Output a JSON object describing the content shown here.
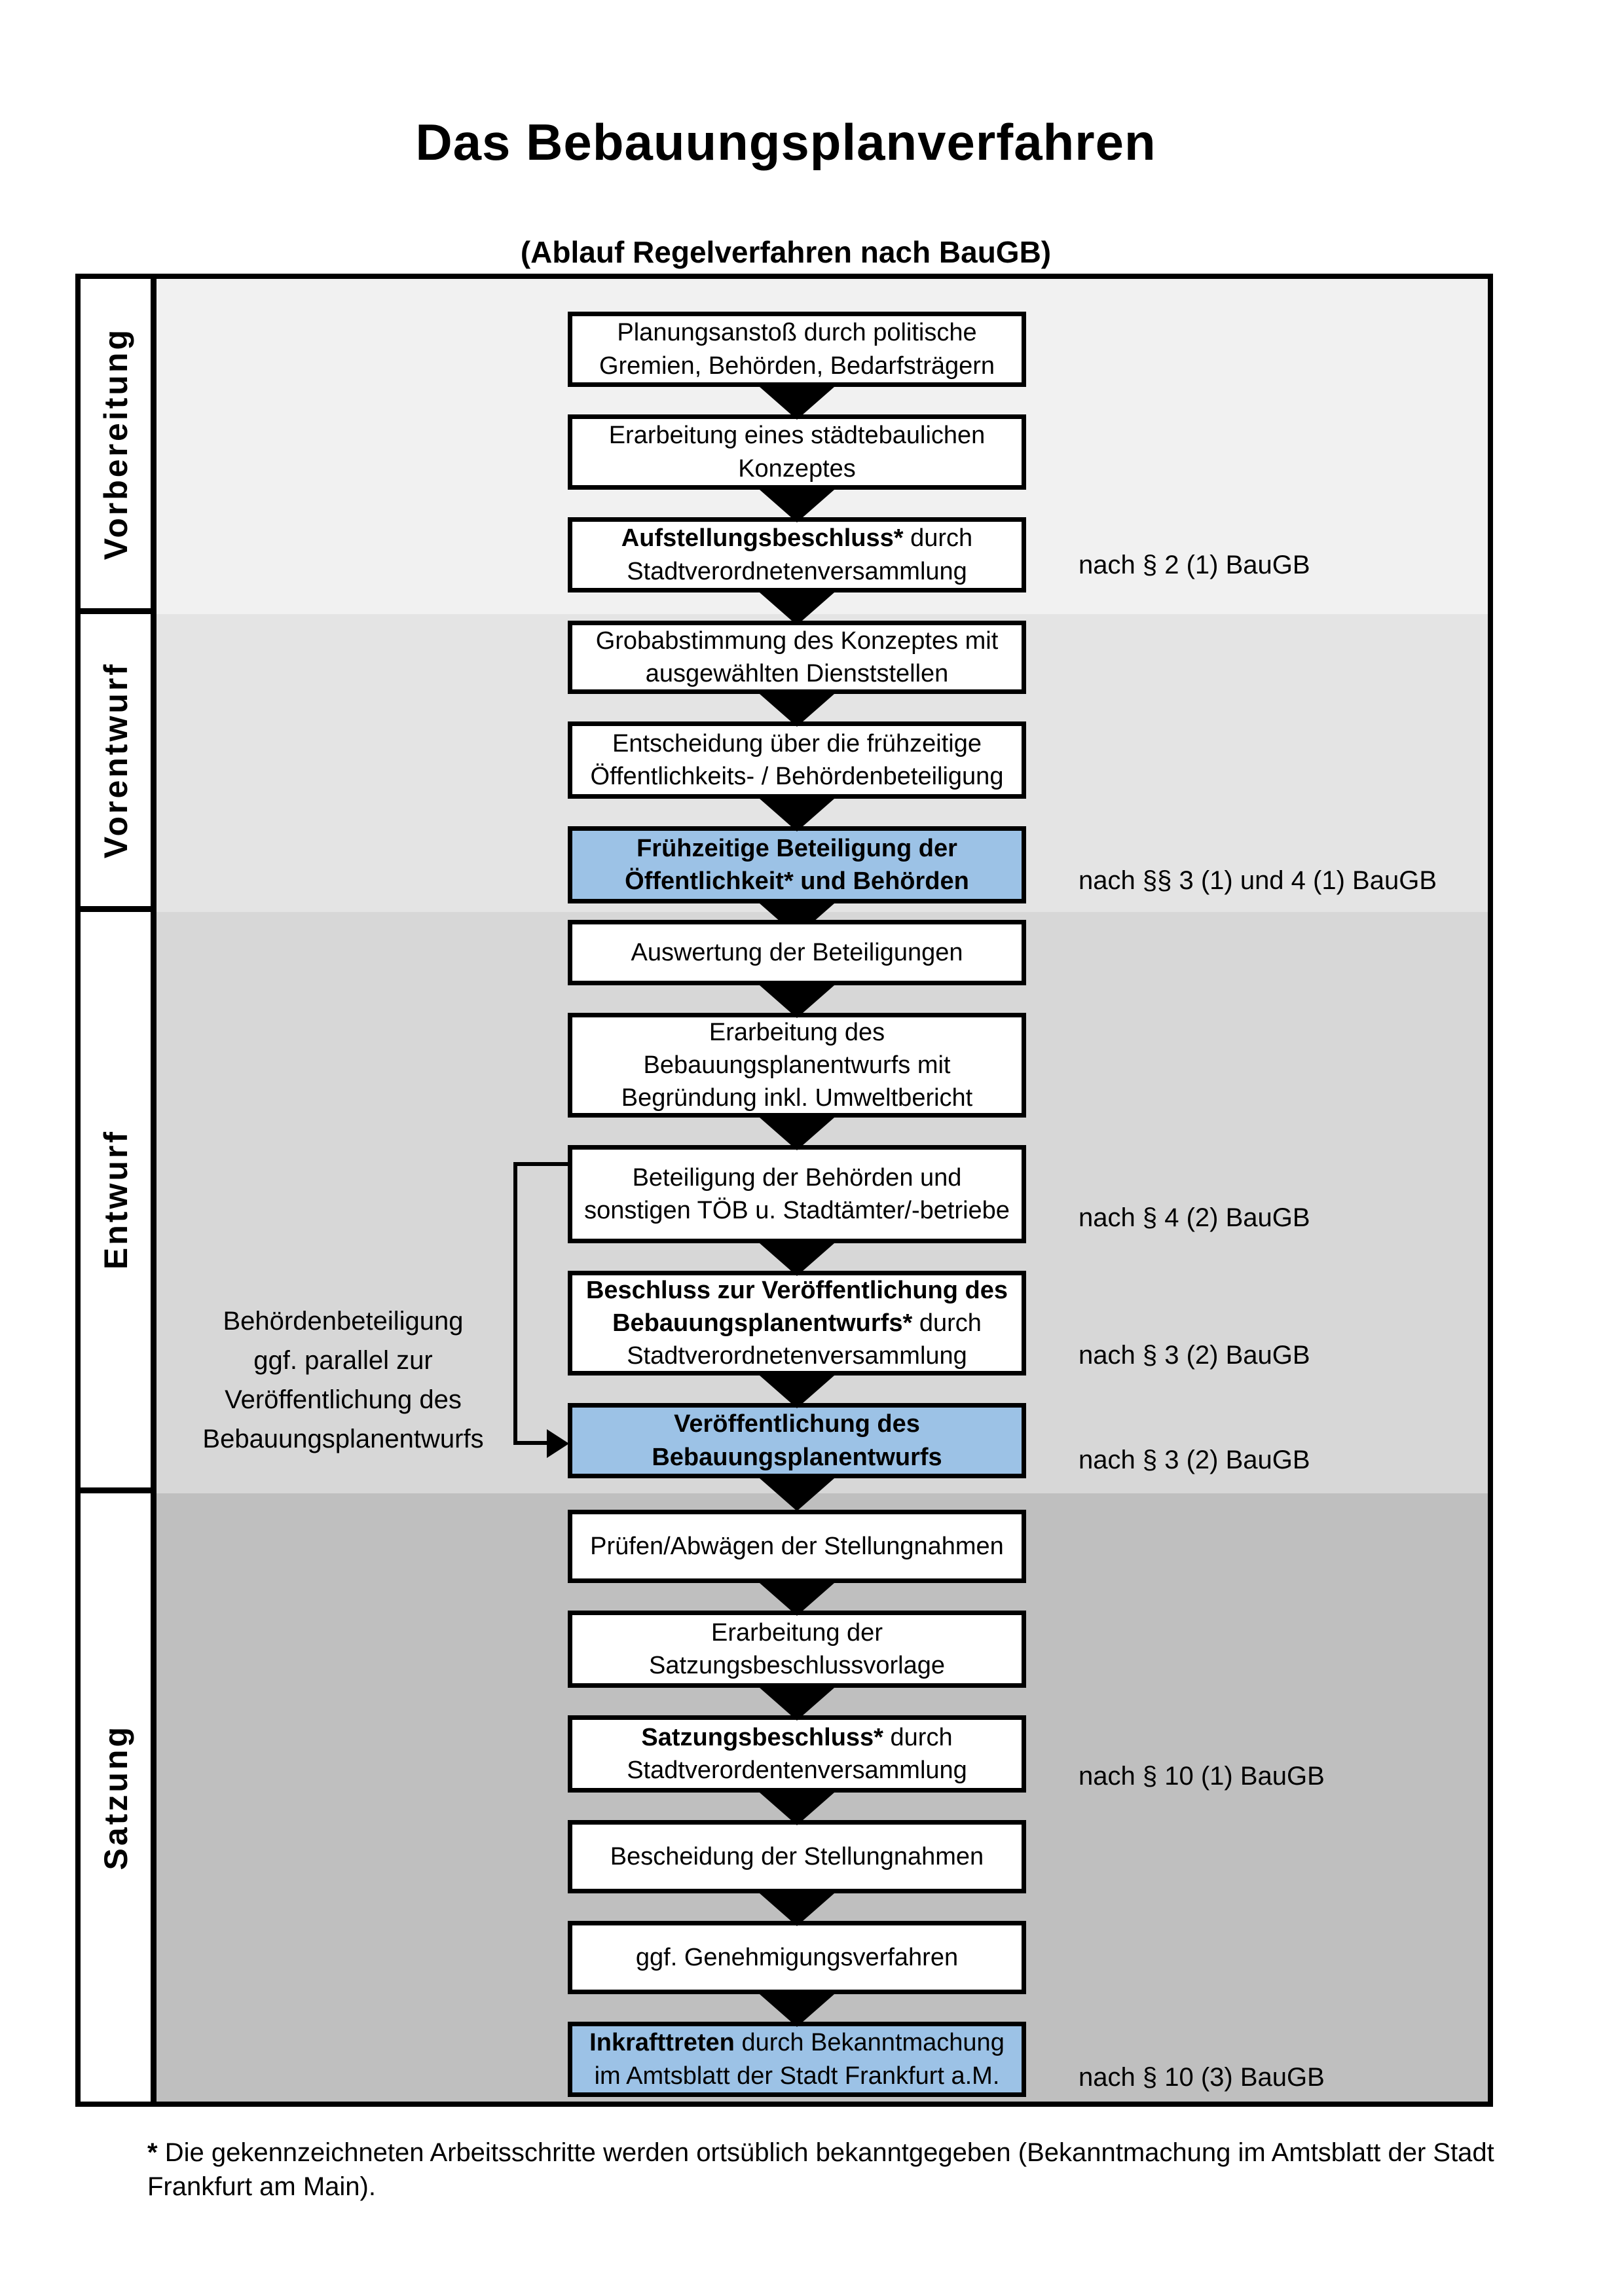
{
  "page": {
    "title": "Das Bebauungsplanverfahren",
    "subtitle": "(Ablauf Regelverfahren nach BauGB)",
    "footnote_marker": "*",
    "footnote": " Die gekennzeichneten Arbeitsschritte werden ortsüblich bekanntgegeben (Bekanntmachung im Amtsblatt  der Stadt Frankfurt am Main)."
  },
  "colors": {
    "highlight_blue": "#9cc2e6",
    "phase_backgrounds": [
      "#f1f1f1",
      "#e4e4e4",
      "#d7d7d7",
      "#bfbfbf"
    ],
    "box_border": "#000000"
  },
  "phases": [
    {
      "label": "Vorbereitung",
      "boxes": [
        {
          "bold": "",
          "rest": "Planungsanstoß durch politische Gremien, Behörden, Bedarfsträgern"
        },
        {
          "bold": "",
          "rest": "Erarbeitung eines städtebaulichen Konzeptes"
        },
        {
          "bold": "Aufstellungsbeschluss*",
          "rest": " durch Stadtverordnetenversammlung"
        }
      ],
      "annotations": [
        {
          "text": "nach § 2 (1) BauGB"
        }
      ]
    },
    {
      "label": "Vorentwurf",
      "boxes": [
        {
          "bold": "",
          "rest": "Grobabstimmung des Konzeptes mit ausgewählten Dienststellen"
        },
        {
          "bold": "",
          "rest": "Entscheidung über die frühzeitige Öffentlichkeits- / Behördenbeteiligung"
        },
        {
          "bold": "Frühzeitige Beteiligung der Öffentlichkeit* und Behörden",
          "rest": "",
          "highlight": true
        }
      ],
      "annotations": [
        {
          "text": "nach §§ 3 (1) und 4 (1) BauGB"
        }
      ]
    },
    {
      "label": "Entwurf",
      "side_note": "Behördenbeteiligung ggf. parallel zur Veröffentlichung des Bebauungsplanentwurfs",
      "boxes": [
        {
          "bold": "",
          "rest": "Auswertung der Beteiligungen"
        },
        {
          "bold": "",
          "rest": "Erarbeitung des Bebauungsplanentwurfs mit Begründung inkl. Umweltbericht"
        },
        {
          "bold": "",
          "rest": "Beteiligung der Behörden und sonstigen TÖB u. Stadtämter/-betriebe"
        },
        {
          "bold": "Beschluss zur Veröffentlichung des Bebauungsplanentwurfs*",
          "rest": " durch Stadtverordnetenversammlung"
        },
        {
          "bold": "Veröffentlichung des Bebauungsplanentwurfs",
          "rest": "",
          "highlight": true
        }
      ],
      "annotations": [
        {
          "text": "nach § 4 (2) BauGB"
        },
        {
          "text": "nach § 3 (2) BauGB"
        },
        {
          "text": "nach § 3 (2) BauGB"
        }
      ]
    },
    {
      "label": "Satzung",
      "boxes": [
        {
          "bold": "",
          "rest": "Prüfen/Abwägen der Stellungnahmen"
        },
        {
          "bold": "",
          "rest": "Erarbeitung der Satzungsbeschlussvorlage"
        },
        {
          "bold": "Satzungsbeschluss*",
          "rest": " durch Stadtverordentenversammlung"
        },
        {
          "bold": "",
          "rest": "Bescheidung der Stellungnahmen"
        },
        {
          "bold": "",
          "rest": "ggf. Genehmigungsverfahren"
        },
        {
          "bold": "Inkrafttreten",
          "rest": " durch Bekanntmachung im Amtsblatt der Stadt Frankfurt a.M.",
          "highlight": true
        }
      ],
      "annotations": [
        {
          "text": "nach § 10 (1) BauGB"
        },
        {
          "text": "nach § 10 (3) BauGB"
        }
      ]
    }
  ]
}
